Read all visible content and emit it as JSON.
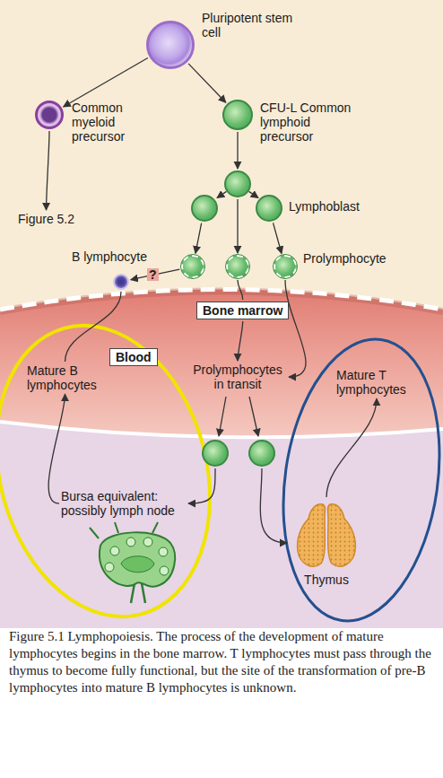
{
  "diagram": {
    "caption": "Figure 5.1 Lymphopoiesis. The process of the development of mature lymphocytes begins in the bone marrow. T lymphocytes must pass through the thymus to become fully functional, but the site of the transformation of pre-B lymphocytes into mature B lymphocytes is unknown.",
    "nodes": [
      {
        "text": [
          "Pluripotent stem cell"
        ]
      },
      {
        "text": [
          "Common myeloid precursor"
        ]
      },
      {
        "text": [
          "Figure 5.2"
        ]
      },
      {
        "text": [
          "CFU-L Common lymphoid precursor"
        ]
      },
      {
        "text": [
          "Lymphoblast"
        ]
      },
      {
        "text": [
          "Prolymphocyte"
        ]
      },
      {
        "text": [
          "B lymphocyte"
        ]
      },
      {
        "text": [
          "Bone marrow"
        ]
      },
      {
        "text": [
          "Blood"
        ]
      },
      {
        "text": [
          "Prolymphocytes in transit"
        ]
      },
      {
        "text": [
          "Mature B lymphocytes"
        ]
      },
      {
        "text": [
          "Mature T lymphocytes"
        ]
      },
      {
        "text": [
          "Bursa equivalent: possibly lymph node"
        ]
      },
      {
        "text": [
          "Thymus"
        ]
      }
    ],
    "edges": [
      {
        "from": 0,
        "to": 1,
        "arrow": "to"
      },
      {
        "from": 0,
        "to": 3,
        "arrow": "to"
      },
      {
        "from": 1,
        "to": 2,
        "arrow": "to"
      },
      {
        "from": 3,
        "to": 4,
        "arrow": "to"
      },
      {
        "from": 4,
        "to": 5,
        "arrow": "to"
      },
      {
        "from": 4,
        "to": 5,
        "arrow": "to"
      },
      {
        "from": 4,
        "to": 5,
        "arrow": "to"
      },
      {
        "from": 5,
        "to": 6,
        "label": "?",
        "arrow": "to"
      },
      {
        "from": 5,
        "to": 7,
        "arrow": "none"
      },
      {
        "from": 7,
        "to": 9,
        "arrow": "to"
      },
      {
        "from": 5,
        "to": 9,
        "arrow": "to"
      },
      {
        "from": 6,
        "to": 10,
        "arrow": "none"
      },
      {
        "from": 9,
        "to": 12,
        "arrow": "to"
      },
      {
        "from": 9,
        "to": 13,
        "arrow": "to"
      },
      {
        "from": 12,
        "to": 10,
        "arrow": "to"
      },
      {
        "from": 13,
        "to": 11,
        "arrow": "to"
      }
    ]
  }
}
